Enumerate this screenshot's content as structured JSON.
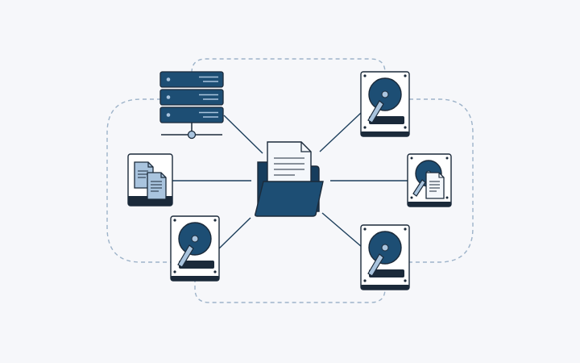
{
  "diagram": {
    "background": "#f6f7fa",
    "colors": {
      "navy": "#1d4e74",
      "dark": "#1b2a3a",
      "light_blue": "#a9c4de",
      "paper": "#f4f7fb",
      "panel": "#ffffff",
      "connector": "#1d3f5c",
      "dashed": "#9db3c9"
    },
    "center": {
      "icon": "folder-with-document-icon"
    },
    "nodes": [
      {
        "name": "server-rack-node",
        "icon": "server-rack-icon"
      },
      {
        "name": "documents-node",
        "icon": "documents-icon"
      },
      {
        "name": "hard-drive-node-left",
        "icon": "hard-drive-icon"
      },
      {
        "name": "hard-drive-node-top-right",
        "icon": "hard-drive-icon"
      },
      {
        "name": "hard-drive-with-file-node",
        "icon": "hard-drive-with-file-icon"
      },
      {
        "name": "hard-drive-node-bottom-right",
        "icon": "hard-drive-icon"
      }
    ]
  }
}
